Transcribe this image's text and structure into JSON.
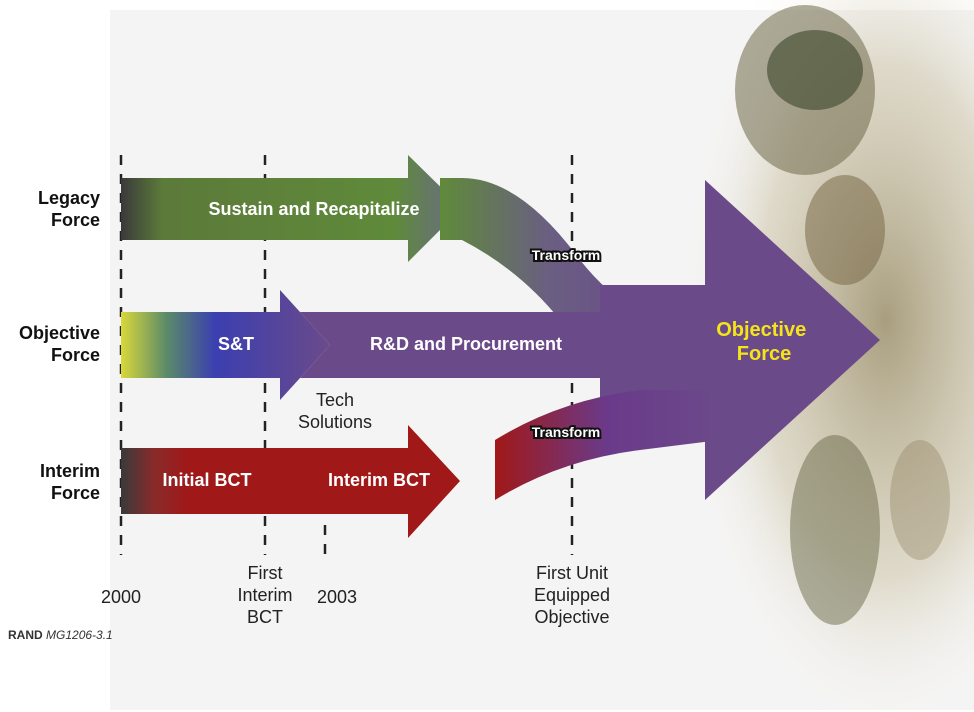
{
  "rows": {
    "legacy": "Legacy\nForce",
    "objective": "Objective\nForce",
    "interim": "Interim\nForce"
  },
  "arrows": {
    "sustain": "Sustain and Recapitalize",
    "st": "S&T",
    "rd": "R&D and Procurement",
    "initial_bct": "Initial BCT",
    "interim_bct": "Interim BCT",
    "transform_top": "Transform",
    "transform_bottom": "Transform",
    "objective_force": "Objective\nForce"
  },
  "milestones": {
    "tech_solutions": "Tech\nSolutions",
    "y2000": "2000",
    "first_interim": "First\nInterim\nBCT",
    "y2003": "2003",
    "first_unit": "First Unit\nEquipped\nObjective"
  },
  "credit": {
    "org": "RAND",
    "code": "MG1206-3.1"
  },
  "colors": {
    "legacy_green": "#5f8a3a",
    "objective_purple": "#6b4a8a",
    "interim_red": "#a01818",
    "st_blue": "#3b3fb0",
    "st_yellow": "#d8d83a",
    "objective_text": "#f4e41a"
  }
}
